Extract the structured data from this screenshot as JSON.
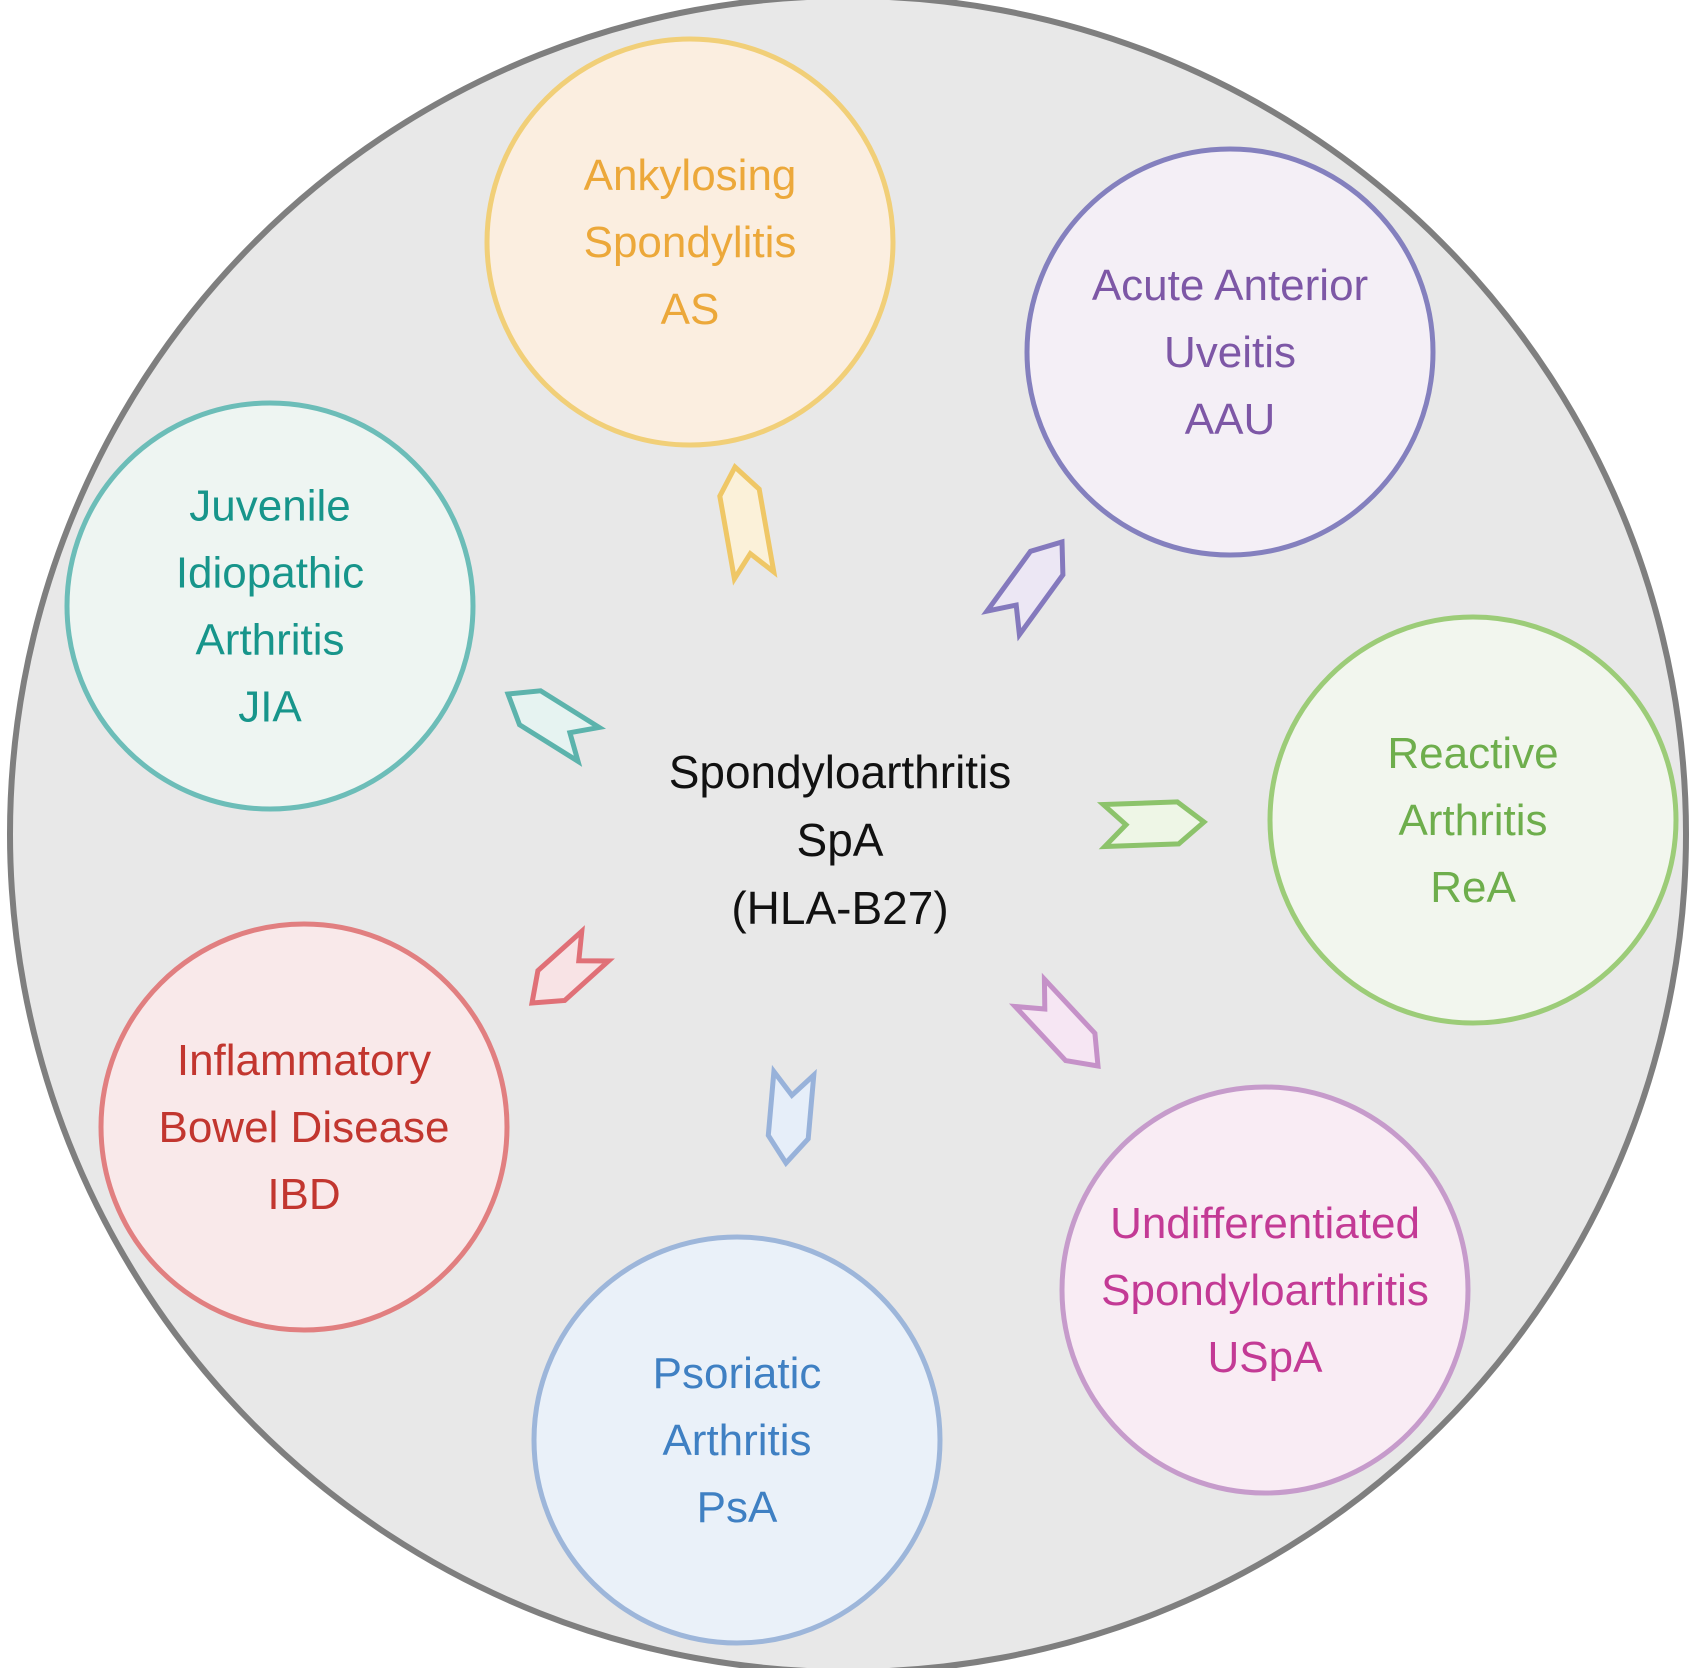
{
  "center": {
    "lines": [
      "Spondyloarthritis",
      "SpA",
      "(HLA-B27)"
    ],
    "color": "#111111",
    "background": "#e8e8e8",
    "border": "#7f7f7f"
  },
  "diseases": [
    {
      "id": "as",
      "lines": [
        "Ankylosing",
        "Spondylitis",
        "AS"
      ],
      "text_color": "#eca83a",
      "stroke": "#f1cf78",
      "fill": "#fbeee0"
    },
    {
      "id": "aau",
      "lines": [
        "Acute Anterior",
        "Uveitis",
        "AAU"
      ],
      "text_color": "#7d57a6",
      "stroke": "#8480be",
      "fill": "#f4eff6"
    },
    {
      "id": "rea",
      "lines": [
        "Reactive",
        "Arthritis",
        "ReA"
      ],
      "text_color": "#6eae4c",
      "stroke": "#9ccc78",
      "fill": "#f2f6ee"
    },
    {
      "id": "uspa",
      "lines": [
        "Undifferentiated",
        "Spondyloarthritis",
        "USpA"
      ],
      "text_color": "#c33a95",
      "stroke": "#c69bcb",
      "fill": "#f9ecf4"
    },
    {
      "id": "psa",
      "lines": [
        "Psoriatic",
        "Arthritis",
        "PsA"
      ],
      "text_color": "#3f80c3",
      "stroke": "#9db6da",
      "fill": "#eaf1f9"
    },
    {
      "id": "ibd",
      "lines": [
        "Inflammatory",
        "Bowel Disease",
        "IBD"
      ],
      "text_color": "#c2362f",
      "stroke": "#e17f80",
      "fill": "#f9e9ea"
    },
    {
      "id": "jia",
      "lines": [
        "Juvenile",
        "Idiopathic",
        "Arthritis",
        "JIA"
      ],
      "text_color": "#17958b",
      "stroke": "#6cbdb8",
      "fill": "#eef5f2"
    }
  ],
  "arrow_colors": {
    "as": {
      "stroke": "#efc766",
      "fill": "#fbf1d9"
    },
    "aau": {
      "stroke": "#8479bd",
      "fill": "#ece7f4"
    },
    "rea": {
      "stroke": "#8cc36b",
      "fill": "#eef6e6"
    },
    "uspa": {
      "stroke": "#c591c8",
      "fill": "#f6e6f3"
    },
    "psa": {
      "stroke": "#98b2da",
      "fill": "#e6eef9"
    },
    "ibd": {
      "stroke": "#e07077",
      "fill": "#f8e3e5"
    },
    "jia": {
      "stroke": "#5cb3ac",
      "fill": "#e6f3f1"
    }
  }
}
